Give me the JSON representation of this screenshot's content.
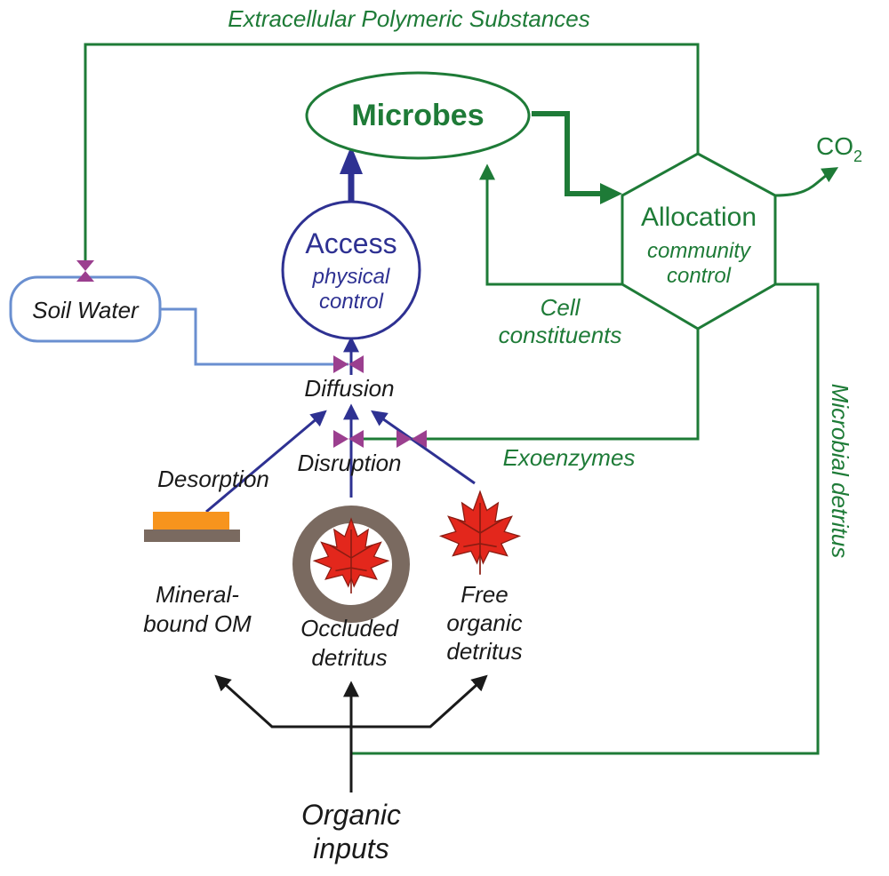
{
  "labels": {
    "eps": "Extracellular Polymeric Substances",
    "microbes": "Microbes",
    "co2_main": "CO",
    "co2_sub": "2",
    "allocation": "Allocation",
    "community": "community",
    "control_community": "control",
    "access": "Access",
    "physical": "physical",
    "control_physical": "control",
    "soil_water": "Soil Water",
    "cell_line1": "Cell",
    "cell_line2": "constituents",
    "diffusion": "Diffusion",
    "disruption": "Disruption",
    "exoenzymes": "Exoenzymes",
    "desorption": "Desorption",
    "microbial_detritus": "Microbial detritus",
    "mineral_line1": "Mineral-",
    "mineral_line2": "bound OM",
    "occluded_line1": "Occluded",
    "occluded_line2": "detritus",
    "free_line1": "Free",
    "free_line2": "organic",
    "free_line3": "detritus",
    "organic_line1": "Organic",
    "organic_line2": "inputs"
  },
  "colors": {
    "green": "#1e7b37",
    "blue": "#2e3192",
    "light_blue": "#6a8fd0",
    "valve": "#9b3f8f",
    "black": "#1a1a1a",
    "brown": "#7a6a60",
    "orange": "#f7941d",
    "leaf_red": "#e3271c"
  }
}
